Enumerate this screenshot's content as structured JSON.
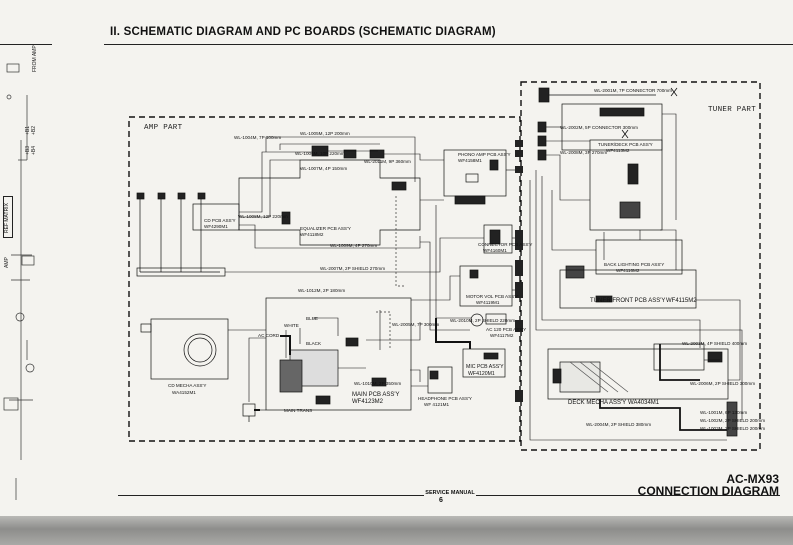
{
  "header": {
    "section_title": "II. SCHEMATIC DIAGRAM AND PC BOARDS (SCHEMATIC DIAGRAM)"
  },
  "footer": {
    "model": "AC-MX93",
    "title": "CONNECTION DIAGRAM",
    "service_manual": "SERVICE MANUAL",
    "page": "6"
  },
  "left_strip": {
    "ref_label": "REF MATRIX"
  },
  "parts": {
    "amp": "AMP PART",
    "tuner": "TUNER PART"
  },
  "boards": {
    "cd": "CD PCB ASS'Y",
    "cd_no": "WF4290M1",
    "equalizer": "EQUALIZER PCB ASS'Y",
    "equalizer_no": "WF4118M2",
    "phono_amp": "PHONO AMP PCB ASS'Y",
    "phono_amp_no": "WF4158M1",
    "connector": "CONNECTOR PCB ASS'Y",
    "connector_no": "WF4160M1",
    "motor_vol": "MOTOR VOL PCB ASS'Y",
    "motor_vol_no": "WF4119M1",
    "ac_120v": "AC 120 PCB ASS'Y",
    "ac_120v_no": "WF4117M2",
    "mic": "MIC PCB ASS'Y",
    "mic_no": "WF4120M1",
    "headphone": "HEADPHONE PCB ASS'Y",
    "headphone_no": "WF 4121M1",
    "main": "MAIN PCB ASS'Y",
    "main_no": "WF4123M2",
    "cd_mecha": "CD MECHA ASS'Y",
    "cd_mecha_no": "WA4152M1",
    "main_trans": "MAIN TRANS",
    "tuner_deck": "TUNER/DECK PCB ASS'Y",
    "tuner_deck_no": "WF4113M2",
    "back_lighting": "BACK LIGHTING PCB ASS'Y",
    "back_lighting_no": "WF4116M2",
    "tuner_front": "TUNER FRONT PCB ASS'Y",
    "tuner_front_no": "WF4115M2",
    "deck_mecha": "DECK MECHA ASS'Y",
    "deck_mecha_no": "WA4034M1"
  },
  "cables": {
    "c1": "WL-1004M, 7P 100mm",
    "c2": "WL-1005M, 12P 200mm",
    "c3": "WL-1006M, 10P 220mm",
    "c4": "WL-2011M, 9P 360mm",
    "c5": "WL-1007M, 4P 150mm",
    "c6": "WL-1008M, 12P 220mm",
    "c7": "WL-1009M, 4P 270mm",
    "c8": "WL-2007M, 2P SHIELD 270mm",
    "c9": "WL-2005M, 7P 300mm",
    "c10": "WL-2010M, 2P SHIELD 220mm",
    "c11": "WL-1010M, 2P 350mm",
    "c12": "WL-1012M, 2P 180mm",
    "c13": "WL-1001M, 6P 130mm",
    "c14": "WL-1002M, 2P SHIELD 200mm",
    "c15": "WL-1003M, 2P SHIELD 200mm",
    "c16": "WL-2009M, 2P SHIELD 380mm",
    "t1": "WL-2001M, 7P CONNECTOR 700mm",
    "t2": "WL-2002M, 5P CONNECTOR 300mm",
    "t3": "WL-2003M, 4P SHIELD 400mm",
    "t4": "WL-2004M, 2P SHIELD 380mm",
    "t5": "WL-2006M, 2P SHIELD 300mm",
    "t6": "WL-2008M, 3P 270mm",
    "ac_cord": "AC CORD",
    "white": "WHITE",
    "blue": "BLUE",
    "black": "BLACK"
  }
}
